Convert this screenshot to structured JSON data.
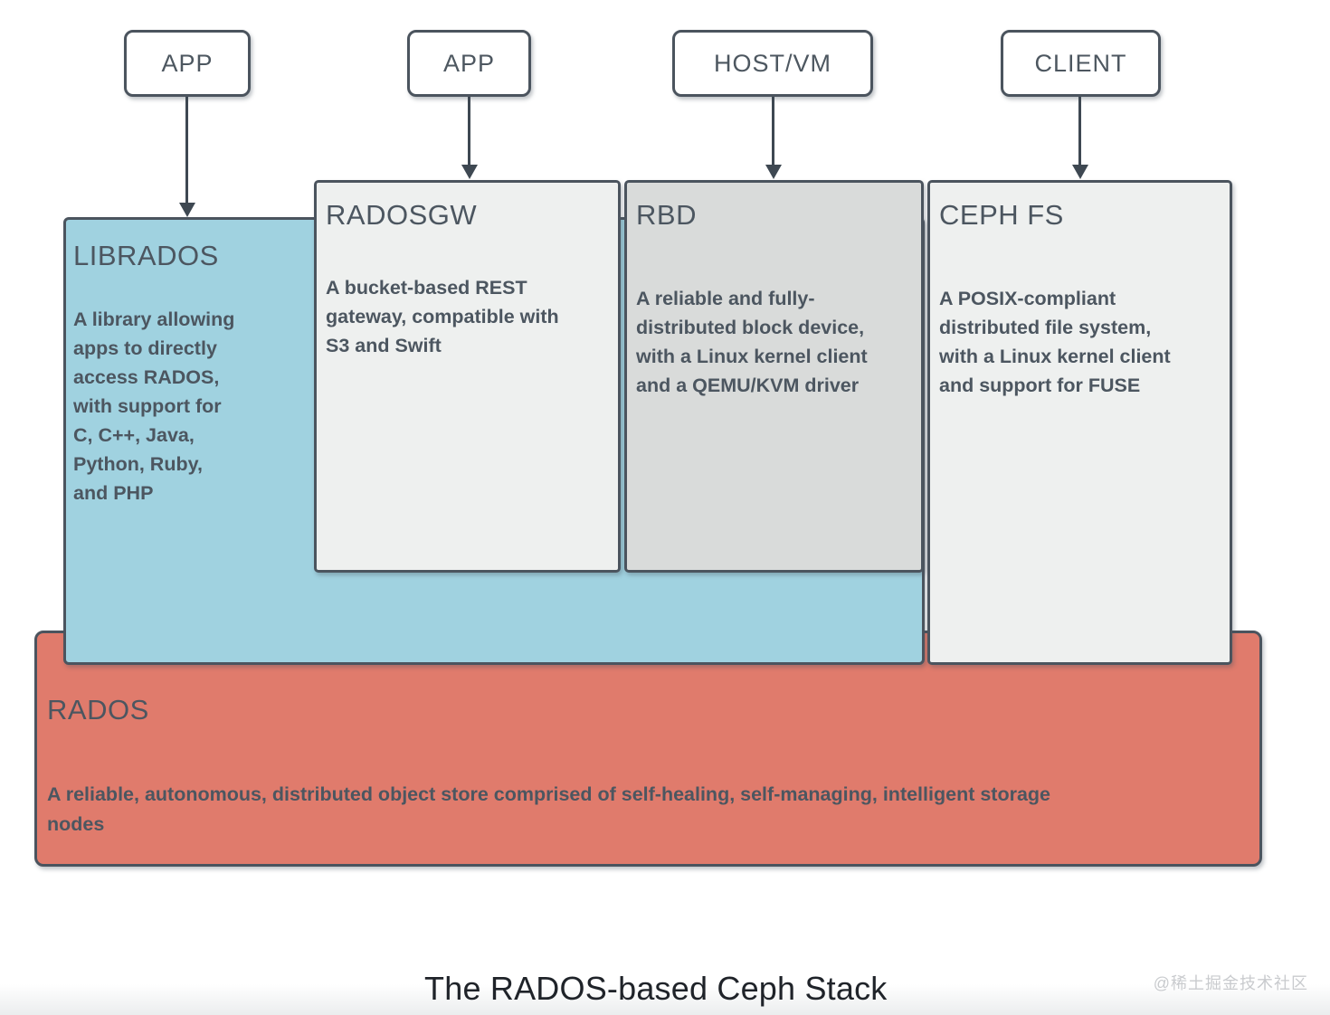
{
  "diagram": {
    "top_nodes": [
      {
        "label": "APP"
      },
      {
        "label": "APP"
      },
      {
        "label": "HOST/VM"
      },
      {
        "label": "CLIENT"
      }
    ],
    "layers": {
      "librados": {
        "title": "LIBRADOS",
        "description": "A library allowing\napps to directly\naccess RADOS,\nwith support for\nC, C++, Java,\nPython, Ruby,\nand PHP"
      },
      "radosgw": {
        "title": "RADOSGW",
        "description": "A bucket-based REST\ngateway, compatible with\nS3 and Swift"
      },
      "rbd": {
        "title": "RBD",
        "description": "A reliable and fully-\ndistributed block device,\nwith a Linux kernel client\nand a QEMU/KVM driver"
      },
      "cephfs": {
        "title": "CEPH FS",
        "description": "A POSIX-compliant\ndistributed file system,\nwith a Linux kernel client\nand support for FUSE"
      },
      "rados": {
        "title": "RADOS",
        "description": "A reliable, autonomous, distributed object store comprised of self-healing, self-managing, intelligent storage\nnodes"
      }
    },
    "colors": {
      "librados_fill": "#a0d2e0",
      "rados_fill": "#e07b6c",
      "radosgw_fill": "#eef0ef",
      "rbd_fill": "#d9dbda",
      "cephfs_fill": "#eef0ef",
      "node_fill": "#ffffff",
      "border": "#4b545e",
      "text": "#4c5660",
      "arrow": "#3e4852"
    },
    "caption": "The RADOS-based Ceph Stack",
    "watermark": "@稀土掘金技术社区"
  }
}
